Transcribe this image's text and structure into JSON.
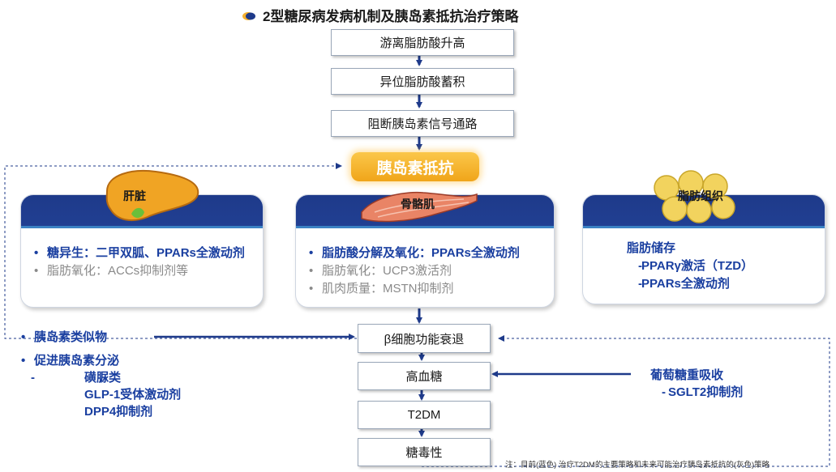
{
  "title": "2型糖尿病发病机制及胰岛素抵抗治疗策略",
  "flow": {
    "step1": "游离脂肪酸升高",
    "step2": "异位脂肪酸蓄积",
    "step3": "阻断胰岛素信号通路",
    "resistance": "胰岛素抵抗",
    "beta": "β细胞功能衰退",
    "hyperglycemia": "高血糖",
    "t2dm": "T2DM",
    "glucotoxicity": "糖毒性"
  },
  "liver": {
    "label": "肝脏",
    "item1": "糖异生：二甲双胍、PPARs全激动剂",
    "item2": "脂肪氧化：ACCs抑制剂等"
  },
  "muscle": {
    "label": "骨骼肌",
    "item1": "脂肪酸分解及氧化：PPARs全激动剂",
    "item2": "脂肪氧化：UCP3激活剂",
    "item3": "肌肉质量：MSTN抑制剂"
  },
  "adipose": {
    "label": "脂肪组织",
    "heading": "脂肪储存",
    "item1": "PPARγ激活（TZD）",
    "item2": "PPARs全激动剂"
  },
  "left": {
    "item1": "胰岛素类似物",
    "item2": "促进胰岛素分泌",
    "sub1": "磺脲类",
    "sub2": "GLP-1受体激动剂",
    "sub3": "DPP4抑制剂"
  },
  "right": {
    "heading": "葡萄糖重吸收",
    "sub1": "SGLT2抑制剂"
  },
  "note": "注：目前(蓝色) 治疗T2DM的主要策略和未来可能治疗胰岛素抵抗的(灰色)策略",
  "colors": {
    "navy": "#1e3a8a",
    "blue_text": "#1a3fa0",
    "gray_text": "#8a8a8a",
    "orange": "#f4b030"
  }
}
